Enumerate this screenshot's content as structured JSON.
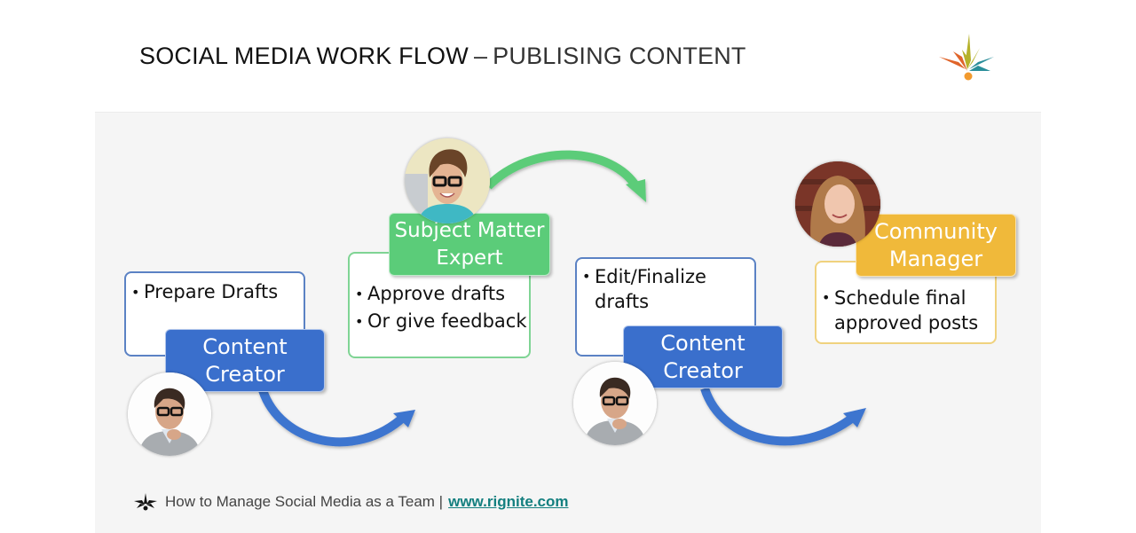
{
  "header": {
    "title_bold": "SOCIAL MEDIA WORK FLOW",
    "title_separator": "–",
    "title_light": "PUBLISING CONTENT",
    "logo_icon": "rignite-starburst-logo"
  },
  "colors": {
    "panel_bg": "#f5f5f5",
    "content_creator": "#3a6fcc",
    "subject_matter_expert": "#5bcc79",
    "community_manager": "#f0b93a",
    "arrow_blue": "#3e74cf",
    "arrow_green": "#5bcc79",
    "link": "#137f7f"
  },
  "steps": [
    {
      "role": [
        "Content",
        "Creator"
      ],
      "tasks": [
        "Prepare Drafts"
      ],
      "avatar": "man-with-glasses-thinking-photo"
    },
    {
      "role": [
        "Subject Matter",
        "Expert"
      ],
      "tasks": [
        "Approve drafts",
        "Or give feedback"
      ],
      "avatar": "smiling-man-with-glasses-photo"
    },
    {
      "role": [
        "Content",
        "Creator"
      ],
      "tasks": [
        "Edit/Finalize",
        "drafts"
      ],
      "avatar": "man-with-glasses-thinking-photo"
    },
    {
      "role": [
        "Community",
        "Manager"
      ],
      "tasks": [
        "Schedule final",
        "approved posts"
      ],
      "avatar": "smiling-woman-photo"
    }
  ],
  "footer": {
    "text": "How to Manage Social Media as a Team |",
    "link": "www.rignite.com",
    "icon": "rignite-small-logo"
  }
}
